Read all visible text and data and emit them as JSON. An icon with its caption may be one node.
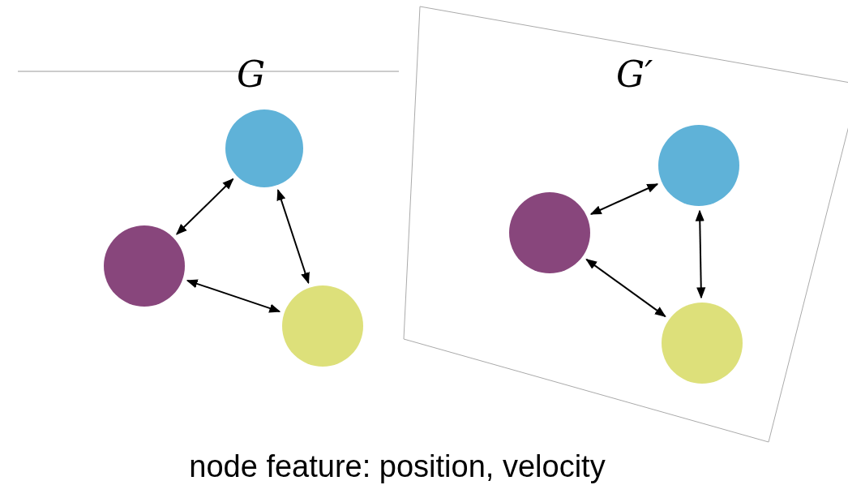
{
  "diagram": {
    "caption": "node feature: position, velocity",
    "nodes": [
      {
        "text": [],
        "shape": "circle"
      },
      {
        "text": [],
        "shape": "circle"
      },
      {
        "text": [],
        "shape": "circle"
      },
      {
        "text": [],
        "shape": "circle"
      },
      {
        "text": [],
        "shape": "circle"
      },
      {
        "text": [],
        "shape": "circle"
      }
    ],
    "edges": [
      {
        "from": 0,
        "to": 1,
        "arrow": "both"
      },
      {
        "from": 0,
        "to": 2,
        "arrow": "both"
      },
      {
        "from": 1,
        "to": 2,
        "arrow": "both"
      },
      {
        "from": 3,
        "to": 4,
        "arrow": "both"
      },
      {
        "from": 3,
        "to": 5,
        "arrow": "both"
      },
      {
        "from": 4,
        "to": 5,
        "arrow": "both"
      }
    ],
    "labels": [
      "G",
      "G′"
    ]
  }
}
